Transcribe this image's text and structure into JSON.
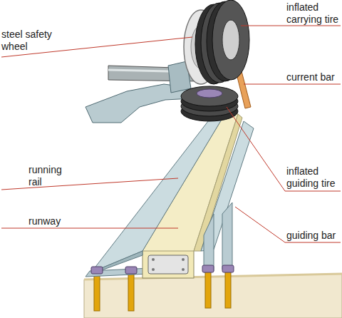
{
  "diagram": {
    "labels": [
      "inflated carrying tire",
      "steel safety wheel",
      "current bar",
      "running rail",
      "inflated guiding tire",
      "runway",
      "guiding bar"
    ]
  }
}
